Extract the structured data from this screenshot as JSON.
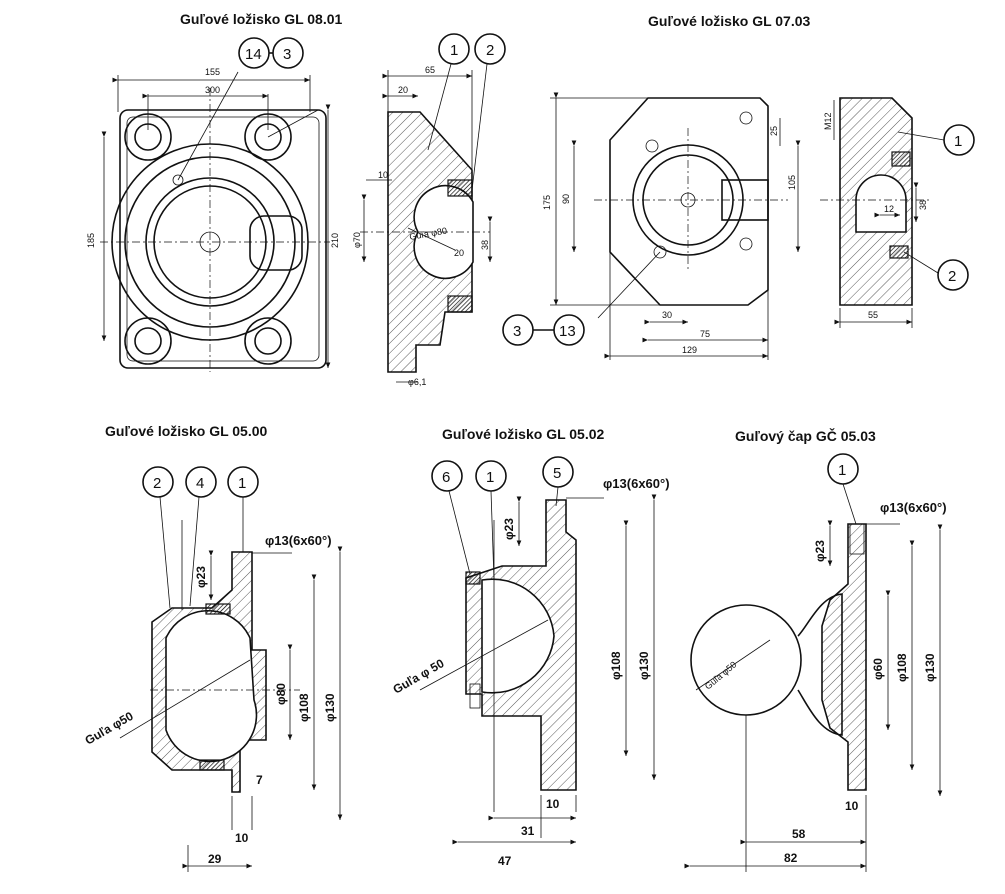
{
  "titles": {
    "gl0801": "Guľové ložisko GL 08.01",
    "gl0703": "Guľové ložisko GL 07.03",
    "gl0500": "Guľové ložisko GL 05.00",
    "gl0502": "Guľové ložisko GL 05.02",
    "gc0503": "Guľový čap GČ 05.03"
  },
  "callouts": {
    "gl0801_front": [
      "14",
      "3"
    ],
    "gl0801_side": [
      "1",
      "2"
    ],
    "gl0703_side": [
      "1",
      "2"
    ],
    "gl0703_front": [
      "3",
      "13"
    ],
    "gl0500": [
      "2",
      "4",
      "1"
    ],
    "gl0502": [
      "6",
      "1",
      "5"
    ],
    "gc0503": [
      "1"
    ]
  },
  "dimensions": {
    "gl0801_front": {
      "w155": "155",
      "w300": "300",
      "h185": "185",
      "h210": "210"
    },
    "gl0801_side": {
      "d65": "65",
      "d20": "20",
      "d10": "10",
      "d70": "φ70",
      "guia80": "Guľa φ80",
      "d20b": "20",
      "d38": "38",
      "d61": "φ6,1"
    },
    "gl0703_front": {
      "d175": "175",
      "d90": "90",
      "d105": "105",
      "d25": "25",
      "d30": "30",
      "d75": "75",
      "d129": "129"
    },
    "gl0703_side": {
      "m12": "M12",
      "d12": "12",
      "d38": "38",
      "d55": "55"
    },
    "gl0500": {
      "hole": "φ13(6x60°)",
      "d23": "φ23",
      "d80": "φ80",
      "d108": "φ108",
      "d130": "φ130",
      "d7": "7",
      "d10": "10",
      "d29": "29",
      "guia": "Guľa φ50"
    },
    "gl0502": {
      "hole": "φ13(6x60°)",
      "d23": "φ23",
      "d108": "φ108",
      "d130": "φ130",
      "d10": "10",
      "d31": "31",
      "d47": "47",
      "guia": "Guľa φ 50"
    },
    "gc0503": {
      "hole": "φ13(6x60°)",
      "d23": "φ23",
      "d60": "φ60",
      "d108": "φ108",
      "d130": "φ130",
      "d10": "10",
      "d58": "58",
      "d82": "82",
      "guia": "Guľa φ50"
    }
  }
}
